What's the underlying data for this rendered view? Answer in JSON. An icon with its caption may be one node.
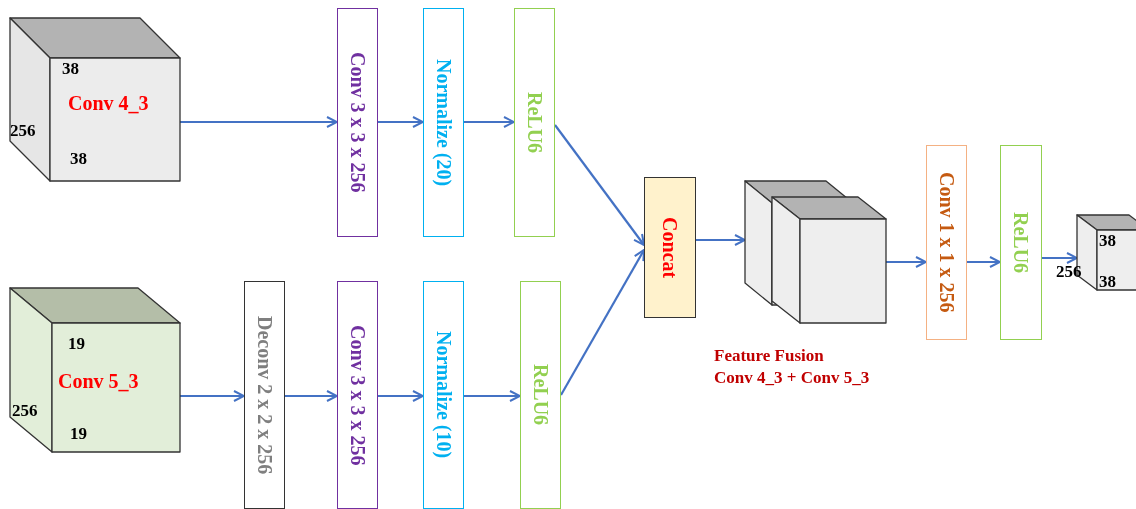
{
  "diagram": {
    "nodes": [
      {
        "text": [
          "38",
          "Conv 4_3",
          "256",
          "38"
        ]
      },
      {
        "text": [
          "Conv 3 x 3 x 256"
        ]
      },
      {
        "text": [
          "Normalize (20)"
        ]
      },
      {
        "text": [
          "ReLU6"
        ]
      },
      {
        "text": [
          "19",
          "Conv 5_3",
          "256",
          "19"
        ]
      },
      {
        "text": [
          "Deconv 2 x 2 x 256"
        ]
      },
      {
        "text": [
          "Conv 3 x 3 x 256"
        ]
      },
      {
        "text": [
          "Normalize (10)"
        ]
      },
      {
        "text": [
          "ReLU6"
        ]
      },
      {
        "text": [
          "Concat"
        ]
      },
      {
        "text": [],
        "shape": "cube",
        "beside": [
          "Feature Fusion",
          "Conv 4_3 + Conv 5_3"
        ]
      },
      {
        "text": [
          "Conv 1 x 1 x 256"
        ]
      },
      {
        "text": [
          "ReLU6"
        ]
      },
      {
        "text": [
          "38",
          "256",
          "38"
        ]
      }
    ],
    "edges": [
      {
        "from": 0,
        "to": 1,
        "arrow": "to"
      },
      {
        "from": 1,
        "to": 2,
        "arrow": "to"
      },
      {
        "from": 2,
        "to": 3,
        "arrow": "to"
      },
      {
        "from": 3,
        "to": 9,
        "arrow": "to"
      },
      {
        "from": 4,
        "to": 5,
        "arrow": "to"
      },
      {
        "from": 5,
        "to": 6,
        "arrow": "to"
      },
      {
        "from": 6,
        "to": 7,
        "arrow": "to"
      },
      {
        "from": 7,
        "to": 8,
        "arrow": "to"
      },
      {
        "from": 8,
        "to": 9,
        "arrow": "to"
      },
      {
        "from": 9,
        "to": 10,
        "arrow": "to"
      },
      {
        "from": 10,
        "to": 11,
        "arrow": "to"
      },
      {
        "from": 11,
        "to": 12,
        "arrow": "to"
      },
      {
        "from": 12,
        "to": 13,
        "arrow": "to"
      }
    ]
  }
}
